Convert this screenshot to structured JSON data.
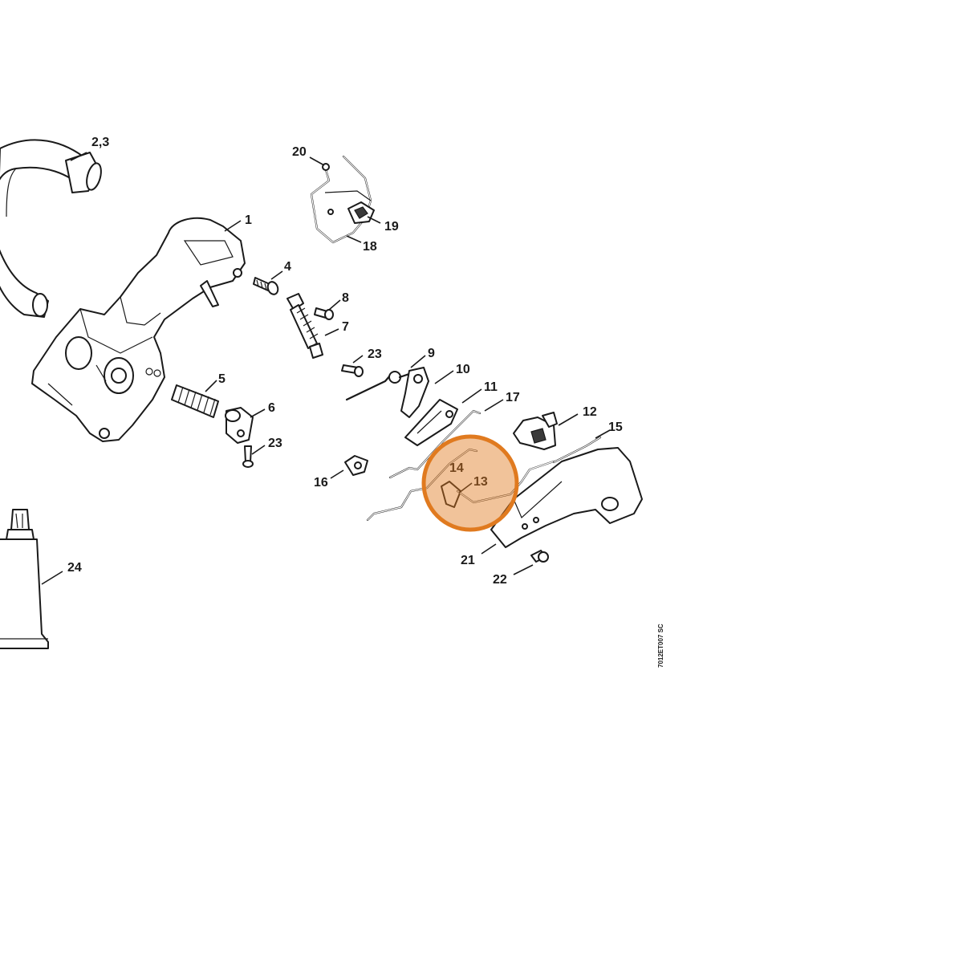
{
  "diagram": {
    "part_numbers": [
      "2,3",
      "1",
      "4",
      "8",
      "7",
      "23",
      "5",
      "6",
      "23",
      "9",
      "10",
      "11",
      "17",
      "12",
      "15",
      "14",
      "13",
      "16",
      "21",
      "22",
      "20",
      "19",
      "18",
      "24"
    ],
    "drawing_code": "7012ET007 SC",
    "highlight": {
      "target": "13",
      "color": "#e07a1f",
      "opacity": 0.45
    }
  }
}
